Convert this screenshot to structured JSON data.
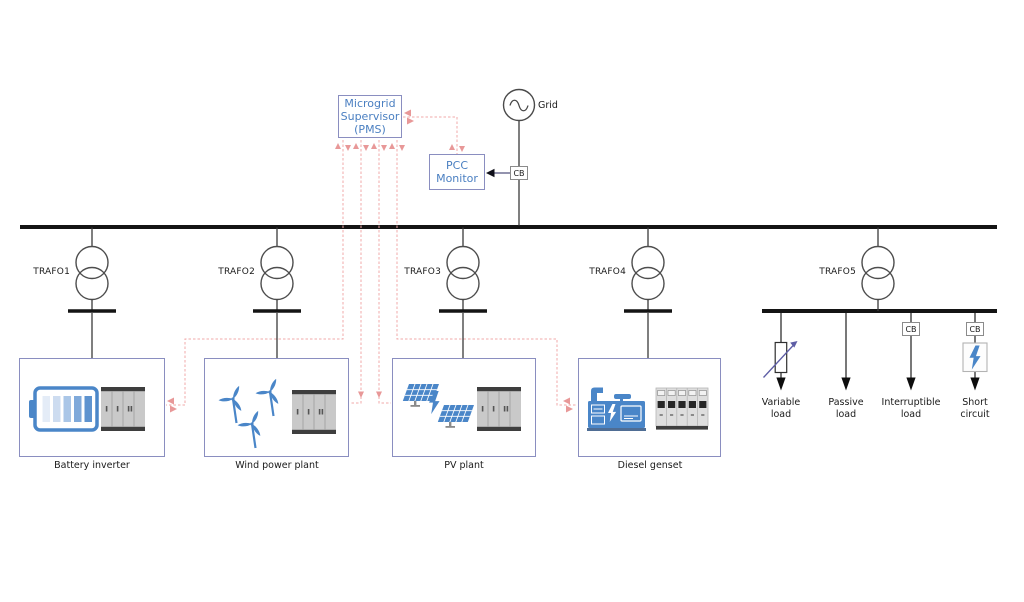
{
  "diagram": {
    "supervisor": {
      "line1": "Microgrid",
      "line2": "Supervisor",
      "line3": "(PMS)"
    },
    "pcc_monitor": {
      "line1": "PCC",
      "line2": "Monitor"
    },
    "grid": {
      "label": "Grid"
    },
    "grid_cb": {
      "label": "CB"
    },
    "transformers": [
      {
        "label": "TRAFO1"
      },
      {
        "label": "TRAFO2"
      },
      {
        "label": "TRAFO3"
      },
      {
        "label": "TRAFO4"
      },
      {
        "label": "TRAFO5"
      }
    ],
    "plants": [
      {
        "label": "Battery inverter",
        "icons": [
          "battery-icon",
          "inverter-cabinet-icon"
        ]
      },
      {
        "label": "Wind power plant",
        "icons": [
          "wind-turbine-icon",
          "inverter-cabinet-icon"
        ]
      },
      {
        "label": "PV plant",
        "icons": [
          "solar-panel-icon",
          "lightning-icon",
          "inverter-cabinet-icon"
        ]
      },
      {
        "label": "Diesel genset",
        "icons": [
          "diesel-generator-icon",
          "switchgear-icon"
        ]
      }
    ],
    "loads": [
      {
        "line1": "Variable",
        "line2": "load",
        "symbol": "variable-resistor-icon"
      },
      {
        "line1": "Passive",
        "line2": "load",
        "symbol": "arrow-icon"
      },
      {
        "line1": "Interruptible",
        "line2": "load",
        "cb_label": "CB",
        "symbol": "arrow-icon"
      },
      {
        "line1": "Short",
        "line2": "circuit",
        "cb_label": "CB",
        "symbol": "short-circuit-bolt-icon"
      }
    ],
    "colors": {
      "accent_blue": "#4a86c8",
      "text_blue": "#4a7fc1",
      "node_border": "#8a8ec0",
      "comm_link_pink": "#f0a8a8",
      "bus_black": "#141414",
      "symbol_gray": "#4a4a4a",
      "cabinet_gray": "#c9c9c9"
    }
  }
}
